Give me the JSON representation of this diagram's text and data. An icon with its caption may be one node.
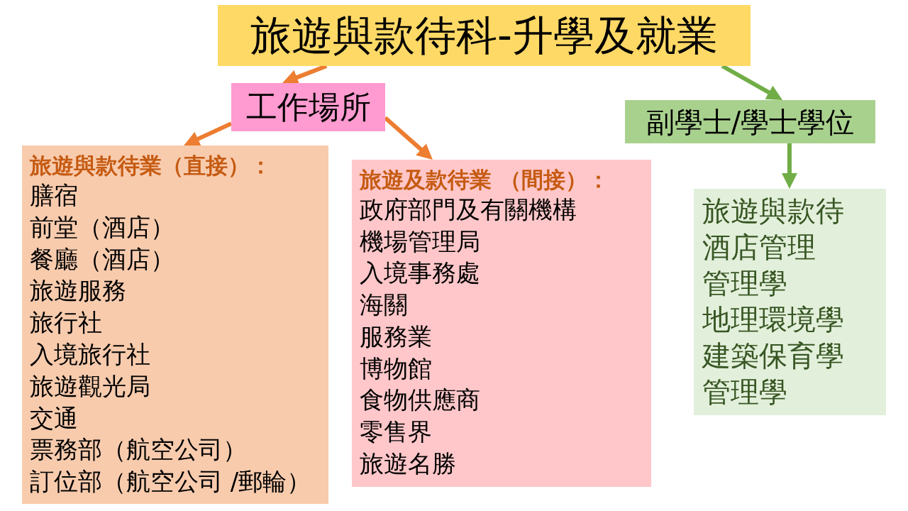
{
  "diagram": {
    "nodes": [
      {
        "text": [
          "旅遊與款待科-升學及就業"
        ]
      },
      {
        "text": [
          "工作場所"
        ]
      },
      {
        "text": [
          "副學士/學士學位"
        ]
      },
      {
        "text": [
          "旅遊與款待業（直接）：",
          "膳宿",
          "前堂（酒店）",
          "餐廳（酒店）",
          "旅遊服務",
          "旅行社",
          "入境旅行社",
          "旅遊觀光局",
          "交通",
          "票務部（航空公司）",
          "訂位部（航空公司 /郵輪）"
        ]
      },
      {
        "text": [
          "旅遊及款待業 （間接）：",
          "政府部門及有關機構",
          "機場管理局",
          "入境事務處",
          "海關",
          "服務業",
          "博物館",
          "食物供應商",
          "零售界",
          "旅遊名勝"
        ]
      },
      {
        "text": [
          "旅遊與款待",
          "酒店管理",
          "管理學",
          "地理環境學",
          "建築保育學",
          "管理學"
        ]
      }
    ],
    "edges": [
      {
        "from": 0,
        "to": 1,
        "arrow": "to"
      },
      {
        "from": 1,
        "to": 3,
        "arrow": "to"
      },
      {
        "from": 1,
        "to": 4,
        "arrow": "to"
      },
      {
        "from": 0,
        "to": 2,
        "arrow": "to",
        "color": "#70ad47"
      },
      {
        "from": 2,
        "to": 5,
        "arrow": "to",
        "color": "#70ad47"
      }
    ]
  }
}
